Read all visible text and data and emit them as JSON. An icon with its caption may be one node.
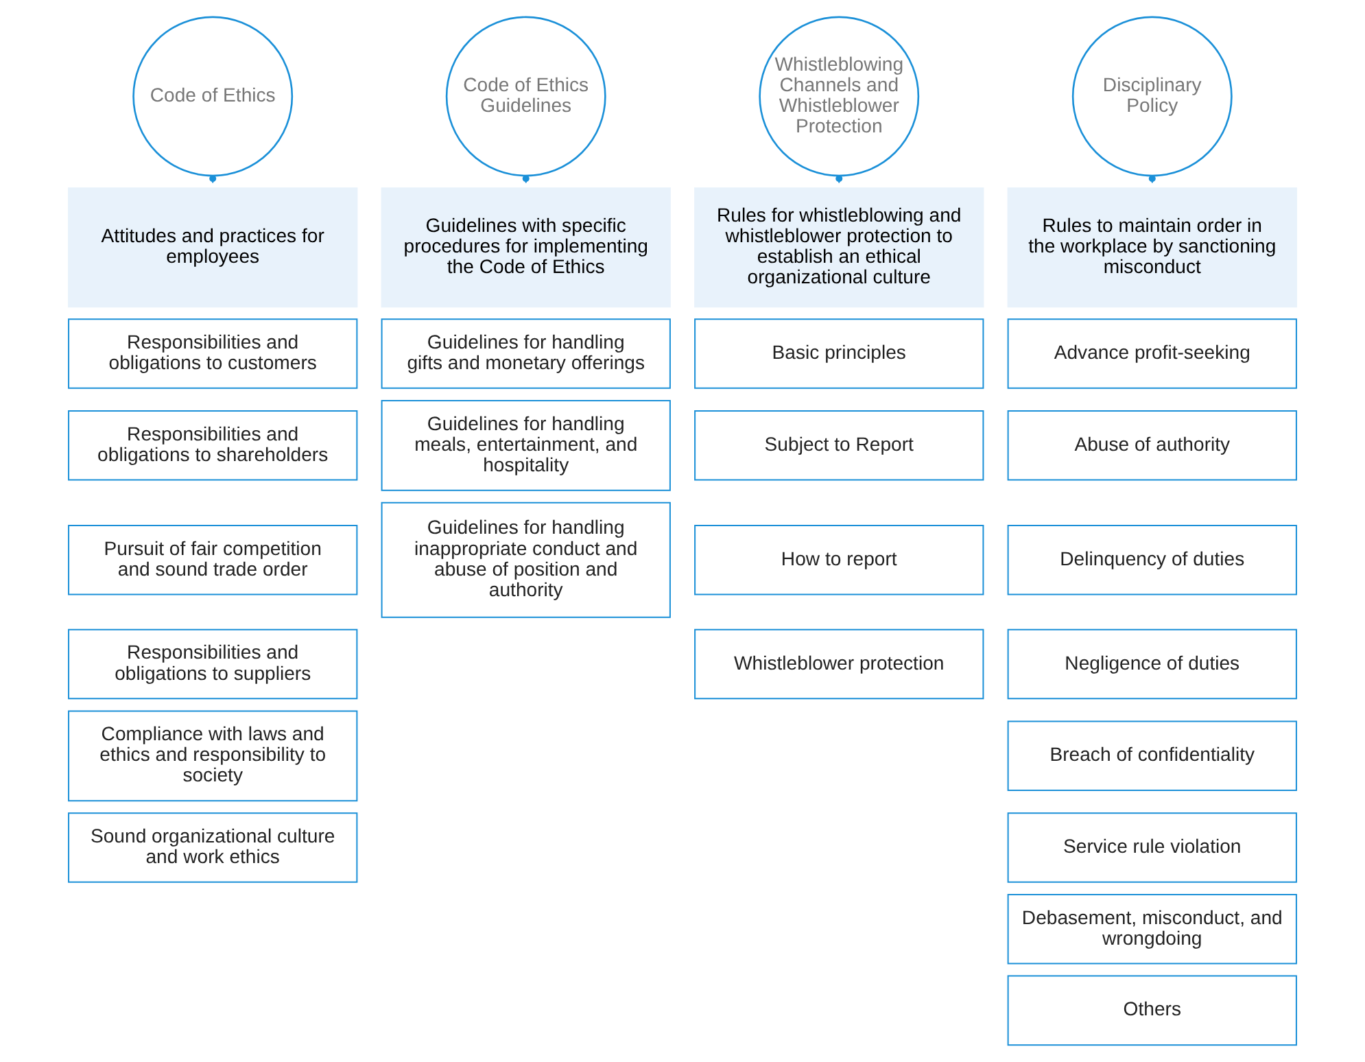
{
  "diagram": {
    "nodes": [
      {
        "text": [
          "Code of Ethics"
        ]
      },
      {
        "text": [
          "Attitudes and practices for employees"
        ]
      },
      {
        "text": [
          "Responsibilities and obligations to customers"
        ]
      },
      {
        "text": [
          "Responsibilities and obligations to shareholders"
        ]
      },
      {
        "text": [
          "Pursuit of fair competition and sound trade order"
        ]
      },
      {
        "text": [
          "Responsibilities and obligations to suppliers"
        ]
      },
      {
        "text": [
          "Compliance with laws and ethics and responsibility to society"
        ]
      },
      {
        "text": [
          "Sound organizational culture and work ethics"
        ]
      },
      {
        "text": [
          "Code of Ethics Guidelines"
        ]
      },
      {
        "text": [
          "Guidelines with specific procedures for implementing the Code of Ethics"
        ]
      },
      {
        "text": [
          "Guidelines for handling gifts and monetary offerings"
        ]
      },
      {
        "text": [
          "Guidelines for handling meals, entertainment, and hospitality"
        ]
      },
      {
        "text": [
          "Guidelines for handling inappropriate conduct and abuse of position and authority"
        ]
      },
      {
        "text": [
          "Whistleblowing Channels and Whistleblower Protection"
        ]
      },
      {
        "text": [
          "Rules for whistleblowing and whistleblower protection to establish an ethical organizational culture"
        ]
      },
      {
        "text": [
          "Basic principles"
        ]
      },
      {
        "text": [
          "Subject to Report"
        ]
      },
      {
        "text": [
          "How to report"
        ]
      },
      {
        "text": [
          "Whistleblower protection"
        ]
      },
      {
        "text": [
          "Disciplinary Policy"
        ]
      },
      {
        "text": [
          "Rules to maintain order in the workplace by sanctioning misconduct"
        ]
      },
      {
        "text": [
          "Advance profit-seeking"
        ]
      },
      {
        "text": [
          "Abuse of authority"
        ]
      },
      {
        "text": [
          "Delinquency of duties"
        ]
      },
      {
        "text": [
          "Negligence of duties"
        ]
      },
      {
        "text": [
          "Breach of confidentiality"
        ]
      },
      {
        "text": [
          "Service rule violation"
        ]
      },
      {
        "text": [
          "Debasement, misconduct, and wrongdoing"
        ]
      },
      {
        "text": [
          "Others"
        ]
      }
    ],
    "edges": [
      {
        "from": 0,
        "to": 1,
        "arrow": "other",
        "style": "dashed"
      },
      {
        "from": 8,
        "to": 9,
        "arrow": "other",
        "style": "dashed"
      },
      {
        "from": 13,
        "to": 14,
        "arrow": "other",
        "style": "dashed"
      },
      {
        "from": 19,
        "to": 20,
        "arrow": "other",
        "style": "dashed"
      }
    ]
  }
}
